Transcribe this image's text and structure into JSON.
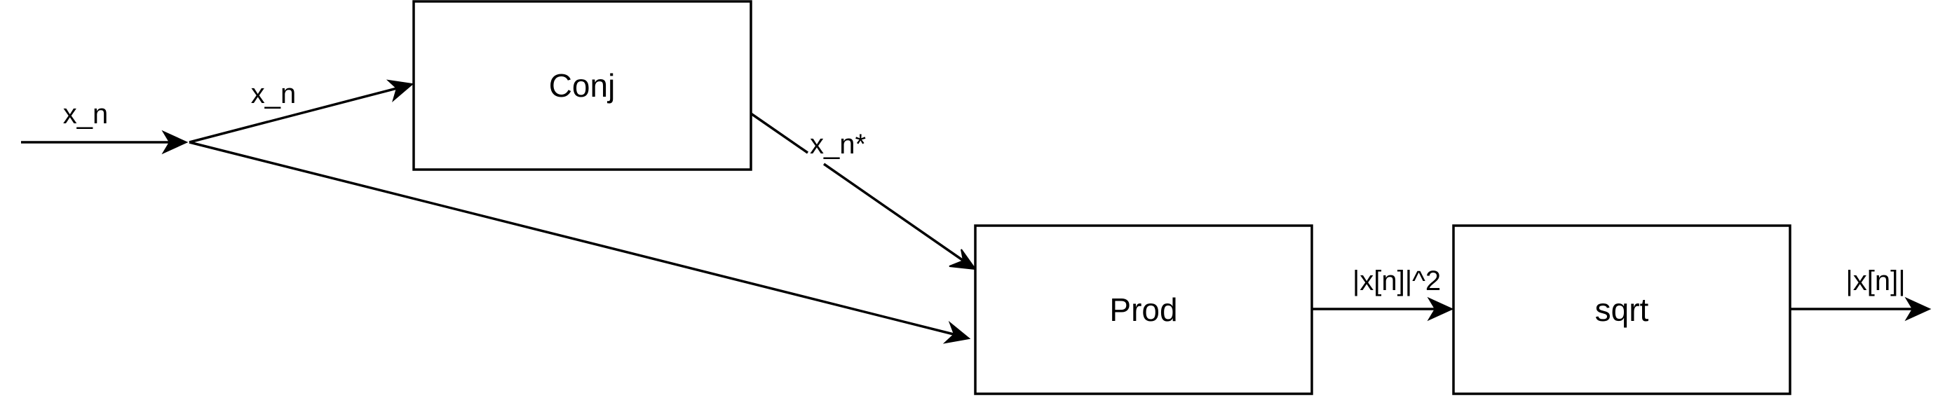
{
  "diagram": {
    "blocks": {
      "conj": {
        "label": "Conj"
      },
      "prod": {
        "label": "Prod"
      },
      "sqrt": {
        "label": "sqrt"
      }
    },
    "signals": {
      "input": "x_n",
      "to_conj": "x_n",
      "conjugate": "x_n*",
      "squared_magnitude": "|x[n]|^2",
      "output": "|x[n]|"
    },
    "colors": {
      "stroke": "#000000",
      "background": "#ffffff"
    }
  }
}
